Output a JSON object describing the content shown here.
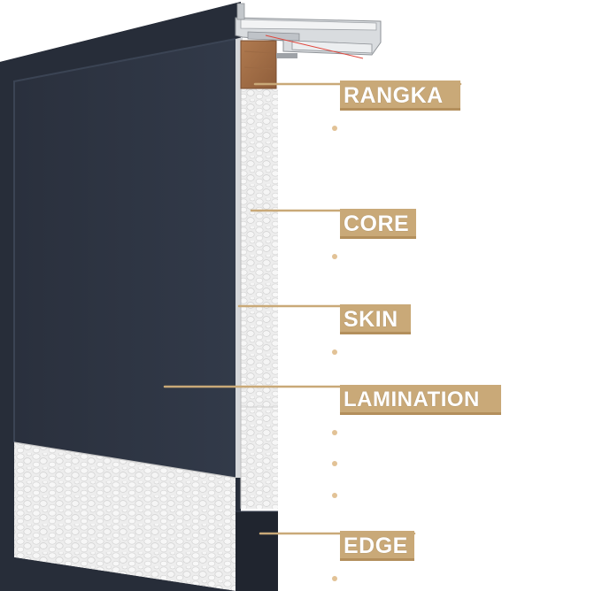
{
  "labels": {
    "rangka": "RANGKA",
    "core": "CORE",
    "skin": "SKIN",
    "lamination": "LAMINATION",
    "edge": "EDGE"
  },
  "colors": {
    "panel": "#2d3442",
    "panel_edge": "#1f2531",
    "foam": "#ececec",
    "wood": "#a06c45",
    "frame": "#c9ccd0",
    "label_bg": "#c9a978",
    "leader_line": "#c9a978",
    "dot": "#e2c296"
  }
}
